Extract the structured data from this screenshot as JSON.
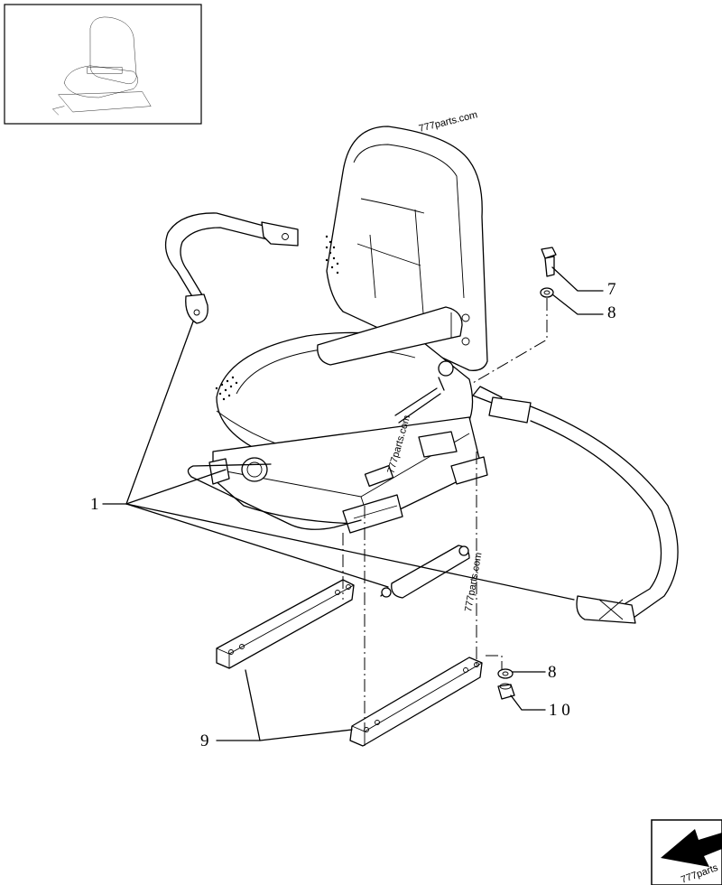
{
  "watermarks": {
    "top": "777parts.com",
    "seat": "777parts.com",
    "shock": "777parts.com",
    "corner": "777parts"
  },
  "callouts": {
    "c1": "1",
    "c7": "7",
    "c8_top": "8",
    "c8_bottom": "8",
    "c9": "9",
    "c10": "1 0"
  },
  "icons": {
    "thumbnail": "seat-assembly-thumbnail",
    "navigation": "next-page-arrow-icon"
  }
}
